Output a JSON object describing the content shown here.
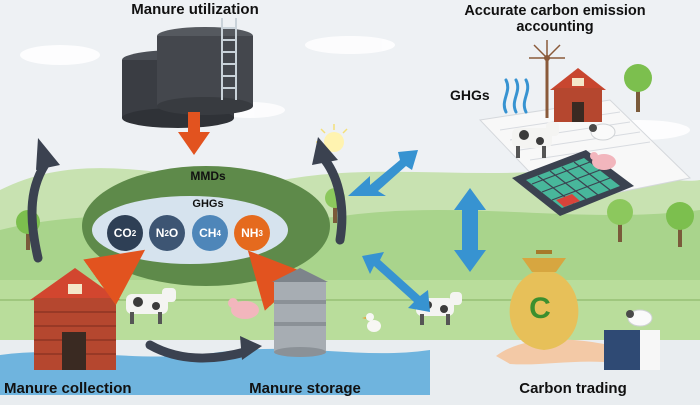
{
  "labels": {
    "manure_utilization": "Manure utilization",
    "accurate_accounting": "Accurate carbon emission accounting",
    "manure_collection": "Manure collection",
    "manure_storage": "Manure storage",
    "carbon_trading": "Carbon trading",
    "mmds": "MMDs",
    "ghgs_inner": "GHGs",
    "ghgs_outer": "GHGs",
    "coin_symbol": "C"
  },
  "gases": [
    {
      "base": "CO",
      "sub": "2",
      "color": "#2e3f55"
    },
    {
      "base": "N",
      "sub": "2",
      "tail": "O",
      "color": "#3d5573"
    },
    {
      "base": "CH",
      "sub": "4",
      "color": "#4e86b9"
    },
    {
      "base": "NH",
      "sub": "3",
      "color": "#e56a1e"
    }
  ],
  "colors": {
    "sky": "#eef1f4",
    "hills": "#a9d48c",
    "field": "#b9dd9b",
    "water": "#6fb4de",
    "ellipse": "#5e8a4a",
    "inner_ellipse": "#d6e3ee",
    "orange_arrow": "#e2531f",
    "dark_arrow": "#3b4250",
    "blue_arrow": "#3793d1"
  },
  "icons": [
    "storage-tank-icon",
    "barn-icon",
    "silo-icon",
    "windmill-icon",
    "cow-icon",
    "pig-icon",
    "sheep-icon",
    "duck-icon",
    "calculator-icon",
    "money-bag-icon",
    "hand-icon",
    "tree-icon",
    "sun-icon",
    "emission-wave-icon"
  ]
}
